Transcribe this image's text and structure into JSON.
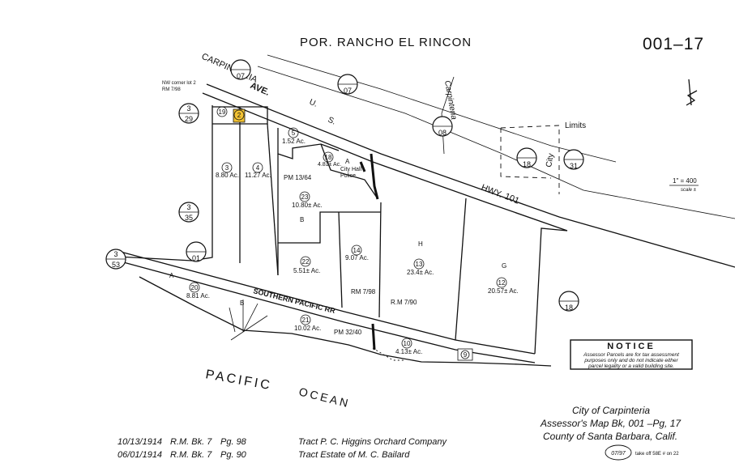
{
  "header": {
    "title": "POR. RANCHO EL RINCON",
    "page_number": "001–17"
  },
  "roads": {
    "carpinteria_ave_1": "CARPINTERIA",
    "carpinteria_ave_2": "AVE.",
    "us_hwy_1": "U.",
    "us_hwy_2": "S.",
    "us_hwy_3": "HWY.",
    "us_hwy_4": "101",
    "carpinteria_creek": "Carpinteria",
    "city_limits": "Limits",
    "city": "City",
    "railroad": "SOUTHERN PACIFIC RR",
    "pacific": "PACIFIC",
    "ocean": "OCEAN"
  },
  "book_refs": [
    {
      "num": "07"
    },
    {
      "num": "07"
    },
    {
      "num": "08"
    },
    {
      "num": "18"
    },
    {
      "num": "31"
    },
    {
      "num": "01"
    },
    {
      "num": "18"
    }
  ],
  "split_refs": [
    {
      "top": "3",
      "bottom": "29"
    },
    {
      "top": "3",
      "bottom": "35"
    },
    {
      "top": "3",
      "bottom": "53"
    }
  ],
  "parcels": [
    {
      "num": "19"
    },
    {
      "num": "2"
    },
    {
      "num": "3",
      "acres": "8.80 Ac."
    },
    {
      "num": "4",
      "acres": "11.27 Ac."
    },
    {
      "num": "5",
      "acres": "1.52 Ac."
    },
    {
      "num": "18",
      "acres": "4.81± Ac."
    },
    {
      "num": "23",
      "acres": "10.80± Ac."
    },
    {
      "num": "22",
      "acres": "5.51± Ac."
    },
    {
      "num": "14",
      "acres": "9.07 Ac."
    },
    {
      "num": "13",
      "acres": "23.4± Ac."
    },
    {
      "num": "12",
      "acres": "20.57± Ac."
    },
    {
      "num": "20",
      "acres": "8.81 Ac."
    },
    {
      "num": "21",
      "acres": "10.02 Ac."
    },
    {
      "num": "10",
      "acres": "4.13± Ac."
    },
    {
      "num": "9"
    }
  ],
  "block_letters": {
    "a1": "A",
    "a2": "A",
    "b1": "B",
    "b2": "B",
    "h": "H",
    "g": "G"
  },
  "labels": {
    "city_hall": "City Hall",
    "police": "Police",
    "pm_13_64": "PM 13/64",
    "rm_7_98": "RM 7/98",
    "rm_7_90": "R.M 7/90",
    "pm_32_40": "PM 32/40",
    "nw_corner": "NW corner lot 2",
    "rm_7_98_small": "RM 7/98"
  },
  "scale": {
    "text": "1\" = 400",
    "sub": "scale ±"
  },
  "notice": {
    "title": "NOTICE",
    "line1": "Assessor Parcels are for tax assessment",
    "line2": "purposes only and do not indicate either",
    "line3": "parcel legality or a valid building site."
  },
  "city_block": {
    "line1": "City of Carpinteria",
    "line2": "Assessor's Map Bk, 001 –Pg, 17",
    "line3": "County of Santa Barbara, Calif."
  },
  "refs": [
    {
      "date": "10/13/1914",
      "book": "R.M. Bk. 7",
      "page": "Pg. 98",
      "tract": "Tract P. C. Higgins Orchard Company"
    },
    {
      "date": "06/01/1914",
      "book": "R.M. Bk. 7",
      "page": "Pg. 90",
      "tract": "Tract Estate of M. C. Bailard"
    }
  ],
  "footer": {
    "stamp": "07/97",
    "note": "take off 58E # on 22"
  },
  "colors": {
    "highlight": "#f2c232",
    "ink": "#111111"
  }
}
